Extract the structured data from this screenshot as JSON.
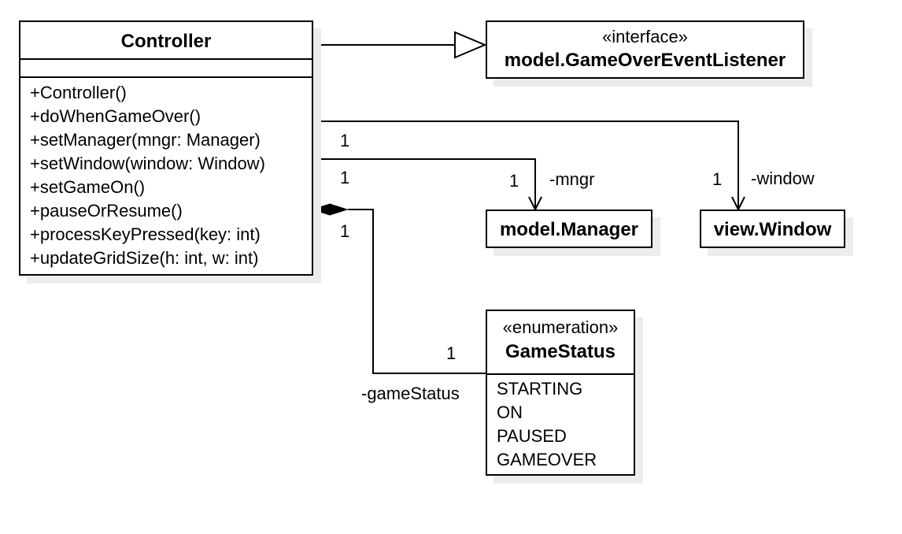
{
  "controller": {
    "name": "Controller",
    "operations": [
      "+Controller()",
      "+doWhenGameOver()",
      "+setManager(mngr: Manager)",
      "+setWindow(window: Window)",
      "+setGameOn()",
      "+pauseOrResume()",
      "+processKeyPressed(key: int)",
      "+updateGridSize(h: int, w: int)"
    ]
  },
  "listener": {
    "stereotype": "«interface»",
    "name": "model.GameOverEventListener"
  },
  "manager": {
    "name": "model.Manager"
  },
  "window": {
    "name": "view.Window"
  },
  "game_status": {
    "stereotype": "«enumeration»",
    "name": "GameStatus",
    "literals": [
      "STARTING",
      "ON",
      "PAUSED",
      "GAMEOVER"
    ]
  },
  "associations": {
    "window": {
      "source_mult": "1",
      "target_mult": "1",
      "role": "-window"
    },
    "manager": {
      "source_mult": "1",
      "target_mult": "1",
      "role": "-mngr"
    },
    "status": {
      "source_mult": "1",
      "target_mult": "1",
      "role": "-gameStatus"
    }
  }
}
